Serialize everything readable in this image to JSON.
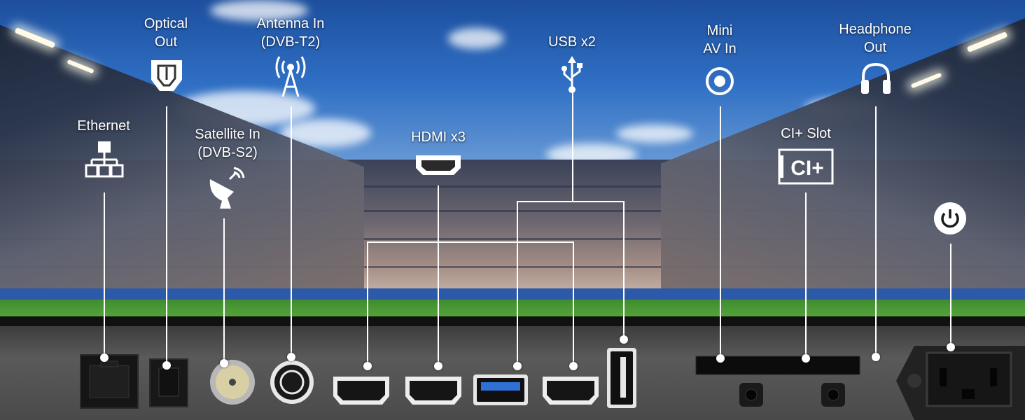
{
  "ports": {
    "ethernet": "Ethernet",
    "optical_line1": "Optical",
    "optical_line2": "Out",
    "satellite_line1": "Satellite In",
    "satellite_line2": "(DVB-S2)",
    "antenna_line1": "Antenna In",
    "antenna_line2": "(DVB-T2)",
    "hdmi": "HDMI x3",
    "usb": "USB x2",
    "miniav_line1": "Mini",
    "miniav_line2": "AV In",
    "ci_slot": "CI+ Slot",
    "headphone_line1": "Headphone",
    "headphone_line2": "Out"
  },
  "icons": {
    "ethernet": "network-icon",
    "optical": "optical-icon",
    "satellite": "satellite-dish-icon",
    "antenna": "antenna-icon",
    "hdmi": "hdmi-icon",
    "usb": "usb-icon",
    "miniav": "av-ring-icon",
    "ci": "ci-plus-icon",
    "ci_text": "CI+",
    "headphone": "headphones-icon",
    "power": "power-icon"
  },
  "colors": {
    "line": "#ffffff",
    "usb3_port": "#2f6fd6",
    "panel": "#4a4a4a"
  }
}
